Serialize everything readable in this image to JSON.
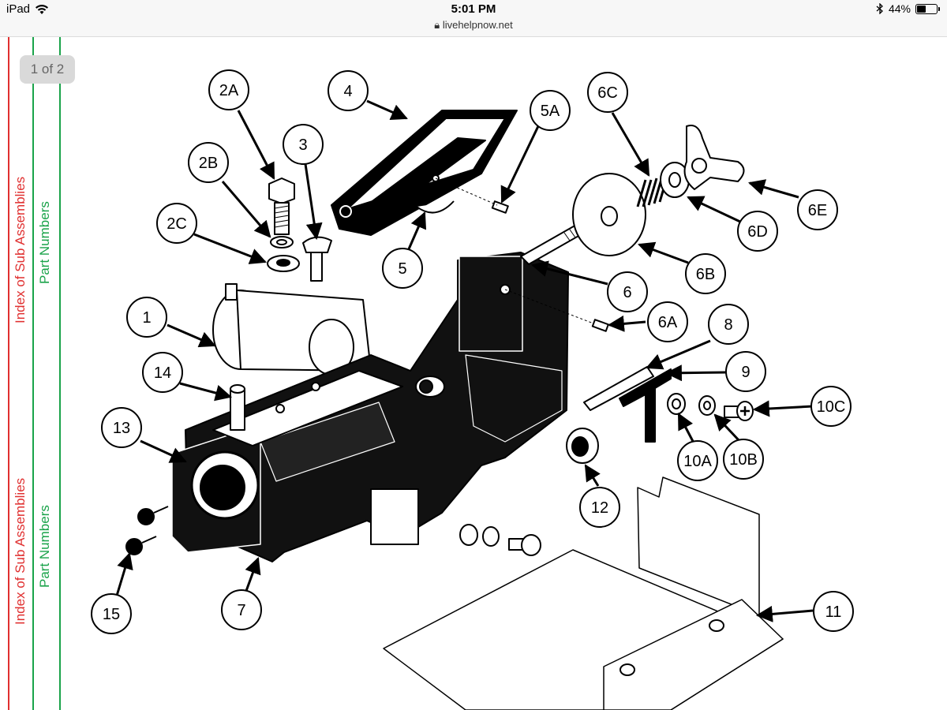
{
  "status_bar": {
    "device": "iPad",
    "time": "5:01 PM",
    "url": "livehelpnow.net",
    "battery": "44%",
    "battery_level": 0.44
  },
  "page_indicator": "1 of 2",
  "side_tabs": {
    "index_label": "Index of Sub Assemblies",
    "parts_label": "Part Numbers"
  },
  "colors": {
    "index_tab": "#e03030",
    "parts_tab": "#1aa34a"
  },
  "callouts": {
    "c2A": "2A",
    "c2B": "2B",
    "c2C": "2C",
    "c3": "3",
    "c4": "4",
    "c5A": "5A",
    "c5": "5",
    "c6C": "6C",
    "c6E": "6E",
    "c6D": "6D",
    "c6B": "6B",
    "c6": "6",
    "c6A": "6A",
    "c1": "1",
    "c14": "14",
    "c13": "13",
    "c8": "8",
    "c9": "9",
    "c10C": "10C",
    "c10A": "10A",
    "c10B": "10B",
    "c12": "12",
    "c15": "15",
    "c7": "7",
    "c11": "11"
  }
}
